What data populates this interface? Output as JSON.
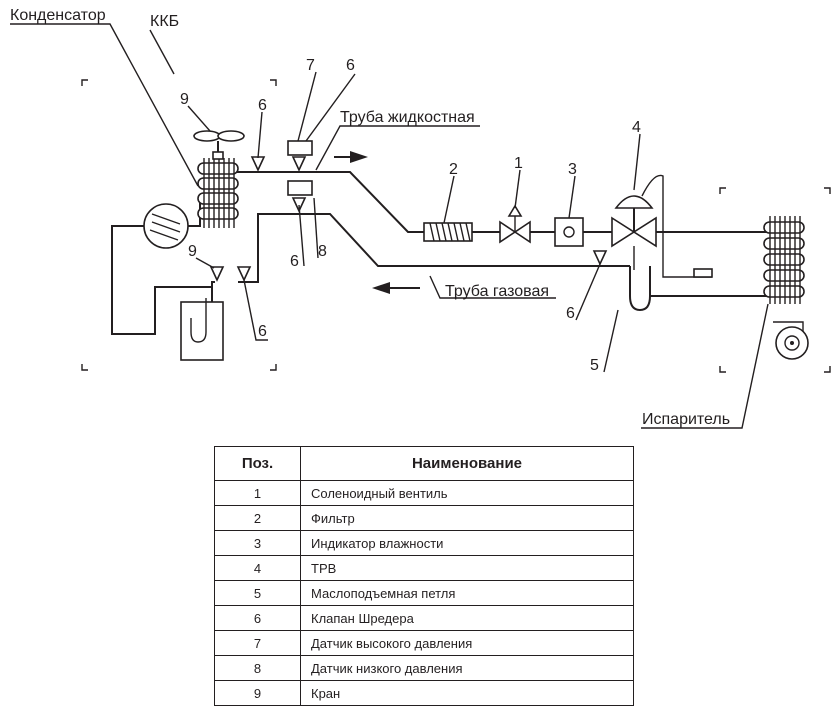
{
  "labels": {
    "condenser": "Конденсатор",
    "kkb": "ККБ",
    "liquid_pipe": "Труба жидкостная",
    "gas_pipe": "Труба газовая",
    "evaporator": "Испаритель"
  },
  "numbers": {
    "n1": "1",
    "n2": "2",
    "n3": "3",
    "n4": "4",
    "n5": "5",
    "n6": "6",
    "n7": "7",
    "n8": "8",
    "n9": "9"
  },
  "table": {
    "header_pos": "Поз.",
    "header_name": "Наименование",
    "rows": [
      {
        "pos": "1",
        "name": "Соленоидный вентиль"
      },
      {
        "pos": "2",
        "name": "Фильтр"
      },
      {
        "pos": "3",
        "name": "Индикатор влажности"
      },
      {
        "pos": "4",
        "name": "ТРВ"
      },
      {
        "pos": "5",
        "name": "Маслоподъемная петля"
      },
      {
        "pos": "6",
        "name": "Клапан Шредера"
      },
      {
        "pos": "7",
        "name": "Датчик высокого давления"
      },
      {
        "pos": "8",
        "name": "Датчик низкого давления"
      },
      {
        "pos": "9",
        "name": "Кран"
      }
    ]
  }
}
